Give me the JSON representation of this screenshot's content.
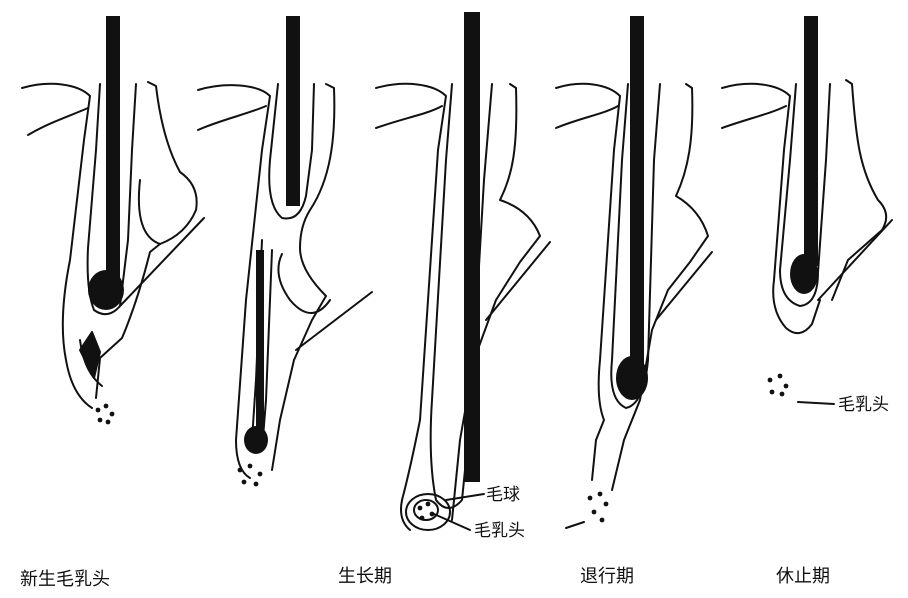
{
  "stages": [
    {
      "id": "new",
      "caption": "新生毛乳头"
    },
    {
      "id": "anagen",
      "caption": "生长期"
    },
    {
      "id": "catagen",
      "caption": "退行期"
    },
    {
      "id": "telogen",
      "caption": "休止期"
    }
  ],
  "annotations": {
    "hair_bulb": "毛球",
    "dermal_papilla_anagen": "毛乳头",
    "dermal_papilla_telogen": "毛乳头"
  },
  "colors": {
    "ink": "#111111",
    "paper": "#ffffff"
  }
}
